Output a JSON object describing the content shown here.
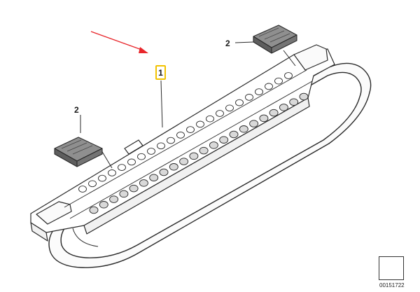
{
  "diagram": {
    "callouts": [
      {
        "id": "1",
        "label": "1",
        "highlighted": true
      },
      {
        "id": "2a",
        "label": "2"
      },
      {
        "id": "2b",
        "label": "2"
      }
    ],
    "reference_number": "00151722",
    "colors": {
      "arrow": "#e8262b",
      "highlight_border": "#f2c200",
      "line": "#2a2a2a"
    },
    "icons": [
      "red-arrow-icon",
      "part-catalog-icon"
    ]
  }
}
